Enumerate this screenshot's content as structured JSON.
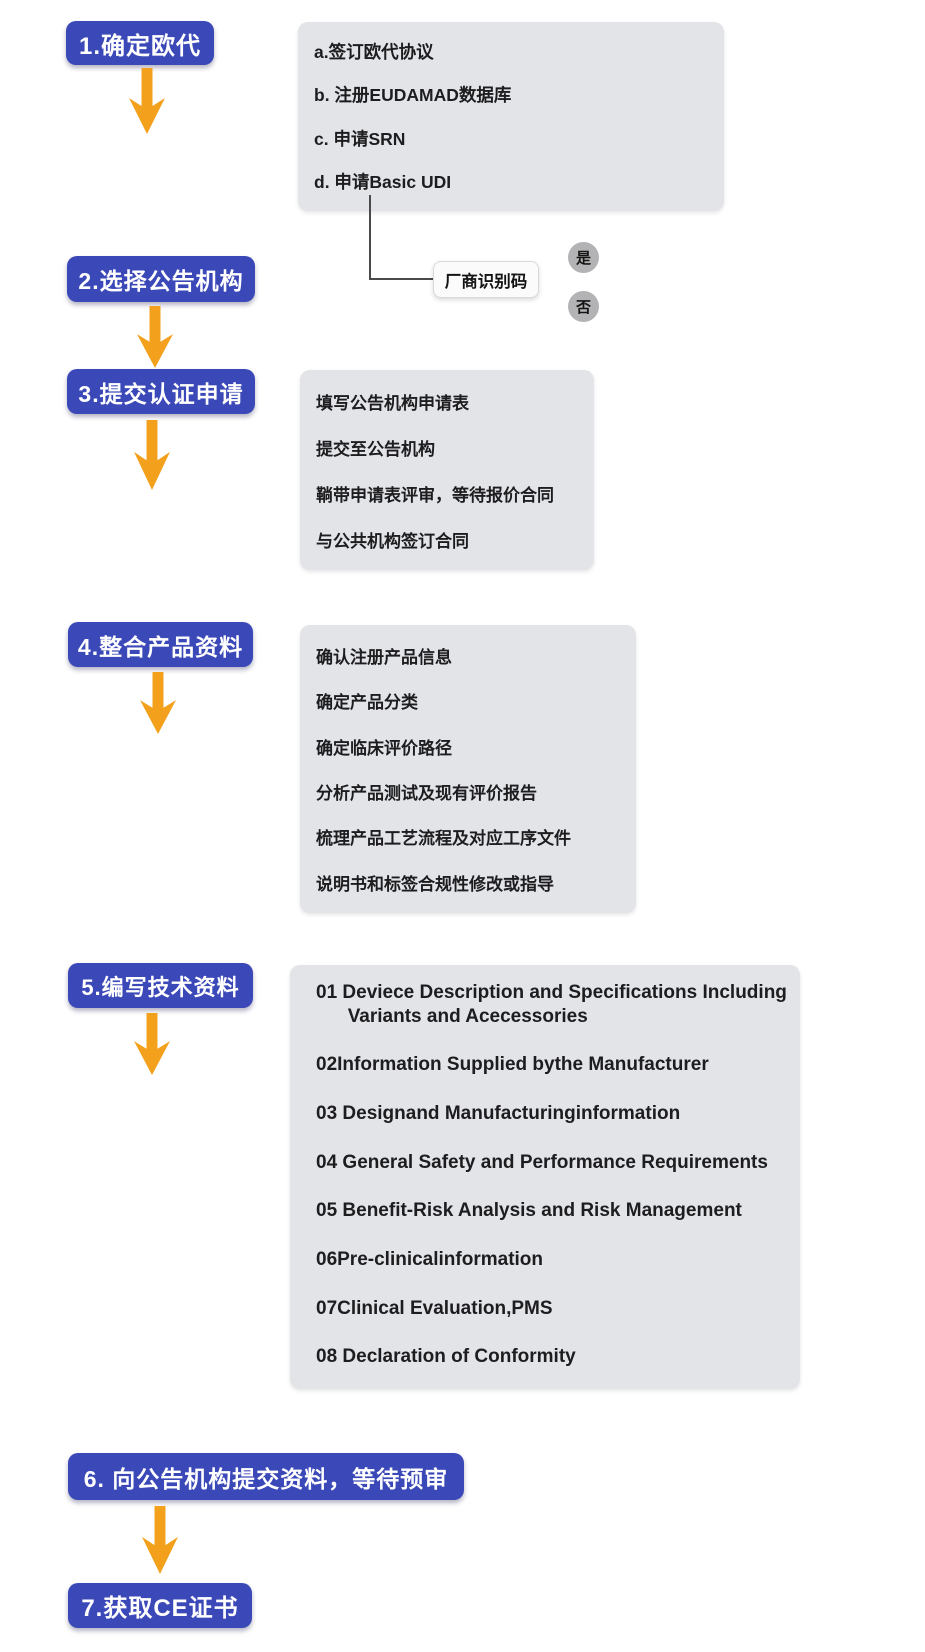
{
  "palette": {
    "blue": "#3b48b8",
    "orange": "#f3a11c",
    "box_gray": "#e3e4e8",
    "circle_gray": "#b3b3b5",
    "line": "#4a4a4a",
    "text_dark": "#1d1d1f"
  },
  "steps": [
    {
      "label": "1.确定欧代"
    },
    {
      "label": "2.选择公告机构"
    },
    {
      "label": "3.提交认证申请"
    },
    {
      "label": "4.整合产品资料"
    },
    {
      "label": "5.编写技术资料"
    },
    {
      "label": "6. 向公告机构提交资料，等待预审"
    },
    {
      "label": "7.获取CE证书"
    }
  ],
  "box_step1": {
    "items": [
      "a.签订欧代协议",
      "b. 注册EUDAMAD数据库",
      "c. 申请SRN",
      "d. 申请Basic UDI"
    ]
  },
  "decision": {
    "label": "厂商识别码",
    "yes_label": "是",
    "no_label": "否"
  },
  "box_step3": {
    "items": [
      "填写公告机构申请表",
      "提交至公告机构",
      "鞝带申请表评审，等待报价合同",
      "与公共机构签订合同"
    ]
  },
  "box_step4": {
    "items": [
      "确认注册产品信息",
      "确定产品分类",
      "确定临床评价路径",
      "分析产品测试及现有评价报告",
      "梳理产品工艺流程及对应工序文件",
      "说明书和标签合规性修改或指导"
    ]
  },
  "box_step5": {
    "items": [
      "01 Deviece Description and Specifications Including\n      Variants and Acecessories",
      "02Information Supplied bythe Manufacturer",
      "03 Designand Manufacturinginformation",
      "04 General Safety and Performance Requirements",
      "05 Benefit-Risk Analysis and Risk Management",
      "06Pre-clinicalinformation",
      "07Clinical Evaluation,PMS",
      "08 Declaration of Conformity"
    ]
  }
}
